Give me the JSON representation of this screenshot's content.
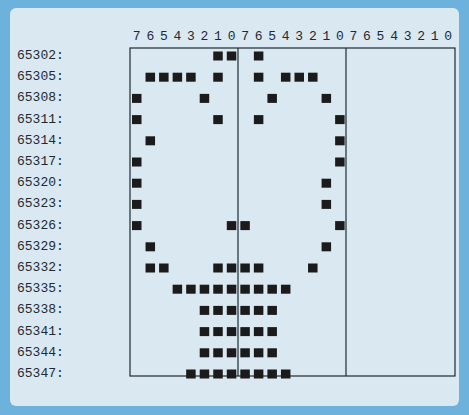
{
  "diagram": {
    "labels": [
      "765432107654321076543210",
      "65302:",
      "65305:",
      "65308:",
      "65311:",
      "65314:",
      "65317:",
      "65320:",
      "65323:",
      "65326:",
      "65329:",
      "65332:",
      "65335:",
      "65338:",
      "65341:",
      "65344:",
      "65347:"
    ]
  }
}
